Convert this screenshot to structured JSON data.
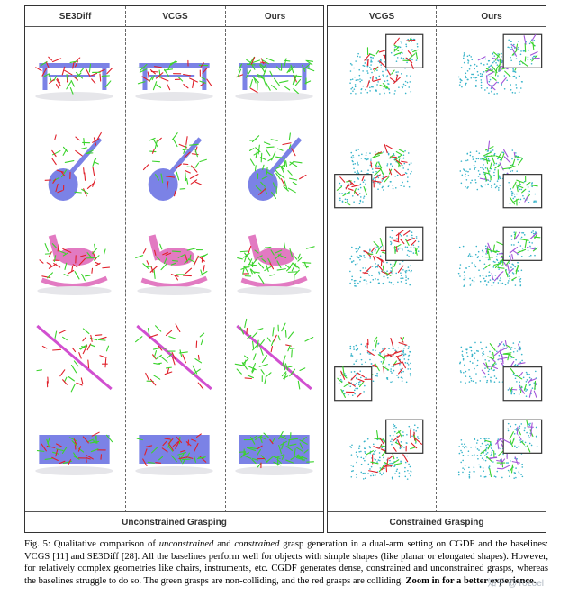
{
  "left": {
    "columns": [
      "SE3Diff",
      "VCGS",
      "Ours"
    ],
    "footer": "Unconstrained Grasping",
    "rows": [
      "table",
      "guitar",
      "rocking-horse",
      "stick",
      "box"
    ]
  },
  "right": {
    "columns": [
      "VCGS",
      "Ours"
    ],
    "footer": "Constrained Grasping",
    "rows": [
      "table",
      "chair",
      "lounge-chair",
      "stick",
      "bench"
    ]
  },
  "caption": {
    "label": "Fig. 5:",
    "t1": " Qualitative comparison of ",
    "em1": "unconstrained",
    "t2": " and ",
    "em2": "constrained",
    "t3": " grasp generation in a dual-arm setting on CGDF and the baselines: VCGS [11] and SE3Diff [28]. All the baselines perform well for objects with simple shapes (like planar or elongated shapes). However, for relatively complex geometries like chairs, instruments, etc. CGDF generates dense, constrained and unconstrained grasps, whereas the baselines struggle to do so. The green grasps are non-colliding, and the red grasps are colliding. ",
    "bold": "Zoom in for a better experience."
  },
  "watermark": "知乎 @Yozoel",
  "colors": {
    "collide": "#e0202a",
    "free": "#3bd32c",
    "object_blue": "#7b82e6",
    "object_pink": "#e27ac2",
    "object_magenta": "#d14fd0",
    "pointcloud": "#36b3c9",
    "ours_purple": "#a255d9"
  }
}
